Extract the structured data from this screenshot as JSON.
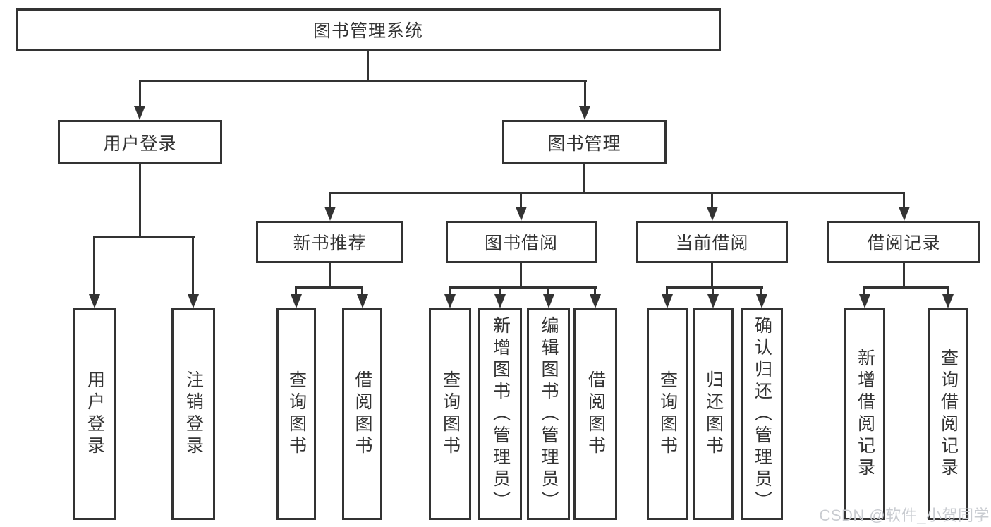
{
  "style": {
    "line_color": "#333333",
    "text_color": "#333333",
    "box_background": "#ffffff",
    "watermark_color": "#c9ccd1",
    "background": "#ffffff"
  },
  "watermark": {
    "text": "CSDN @软件_小贺同学"
  },
  "tree": {
    "label": "图书管理系统",
    "children": [
      {
        "label": "用户登录",
        "children": [
          {
            "label": "用户登录"
          },
          {
            "label": "注销登录"
          }
        ]
      },
      {
        "label": "图书管理",
        "children": [
          {
            "label": "新书推荐",
            "children": [
              {
                "label": "查询图书"
              },
              {
                "label": "借阅图书"
              }
            ]
          },
          {
            "label": "图书借阅",
            "children": [
              {
                "label": "查询图书"
              },
              {
                "label": "新增图书（管理员）"
              },
              {
                "label": "编辑图书（管理员）"
              },
              {
                "label": "借阅图书"
              }
            ]
          },
          {
            "label": "当前借阅",
            "children": [
              {
                "label": "查询图书"
              },
              {
                "label": "归还图书"
              },
              {
                "label": "确认归还（管理员）"
              }
            ]
          },
          {
            "label": "借阅记录",
            "children": [
              {
                "label": "新增借阅记录"
              },
              {
                "label": "查询借阅记录"
              }
            ]
          }
        ]
      }
    ]
  }
}
